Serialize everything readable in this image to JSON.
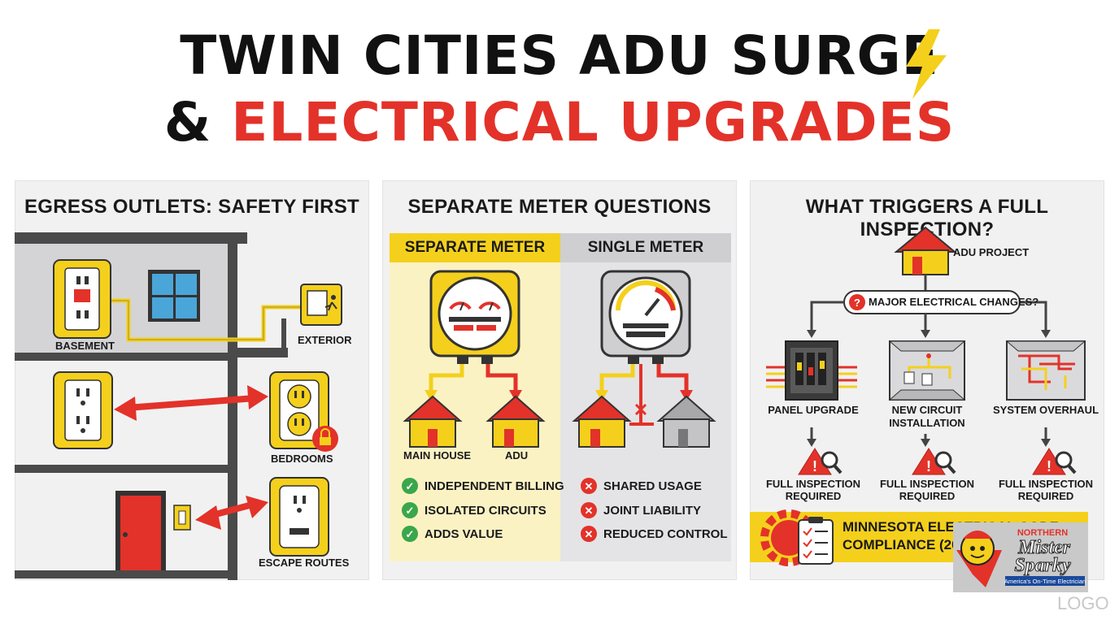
{
  "title": {
    "line1": "TWIN CITIES ADU SURGE",
    "line2_prefix": "& ",
    "line2_highlight": "ELECTRICAL UPGRADES"
  },
  "colors": {
    "accent_yellow": "#f4d01c",
    "accent_red": "#e33229",
    "text_dark": "#111111",
    "panel_bg": "#f1f1f2",
    "check_green": "#3aa74a"
  },
  "panels": {
    "egress": {
      "title": "EGRESS OUTLETS: SAFETY FIRST",
      "labels": {
        "basement": "BASEMENT",
        "exterior": "EXTERIOR",
        "bedrooms": "BEDROOMS",
        "escape_routes": "ESCAPE ROUTES"
      }
    },
    "meter": {
      "title": "SEPARATE METER QUESTIONS",
      "separate": {
        "heading": "SEPARATE METER",
        "house_labels": [
          "MAIN HOUSE",
          "ADU"
        ],
        "benefits": [
          "INDEPENDENT BILLING",
          "ISOLATED CIRCUITS",
          "ADDS VALUE"
        ]
      },
      "single": {
        "heading": "SINGLE METER",
        "drawbacks": [
          "SHARED USAGE",
          "JOINT LIABILITY",
          "REDUCED CONTROL"
        ]
      }
    },
    "inspection": {
      "title": "WHAT TRIGGERS A FULL INSPECTION?",
      "root": "ADU PROJECT",
      "question": "MAJOR ELECTRICAL CHANGES?",
      "branches": [
        {
          "label": "PANEL UPGRADE",
          "result_line1": "FULL INSPECTION",
          "result_line2": "REQUIRED"
        },
        {
          "label_line1": "NEW CIRCUIT",
          "label_line2": "INSTALLATION",
          "result_line1": "FULL INSPECTION",
          "result_line2": "REQUIRED"
        },
        {
          "label": "SYSTEM OVERHAUL",
          "result_line1": "FULL INSPECTION",
          "result_line2": "REQUIRED"
        }
      ],
      "banner_line1": "MINNESOTA ELECTRICAL CODE",
      "banner_line2": "COMPLIANCE (2023)"
    }
  },
  "logo": {
    "brand_top": "NORTHERN",
    "brand_name1": "Mister",
    "brand_name2": "Sparky",
    "tagline": "America's On-Time Electrician",
    "caption": "LOGO"
  }
}
